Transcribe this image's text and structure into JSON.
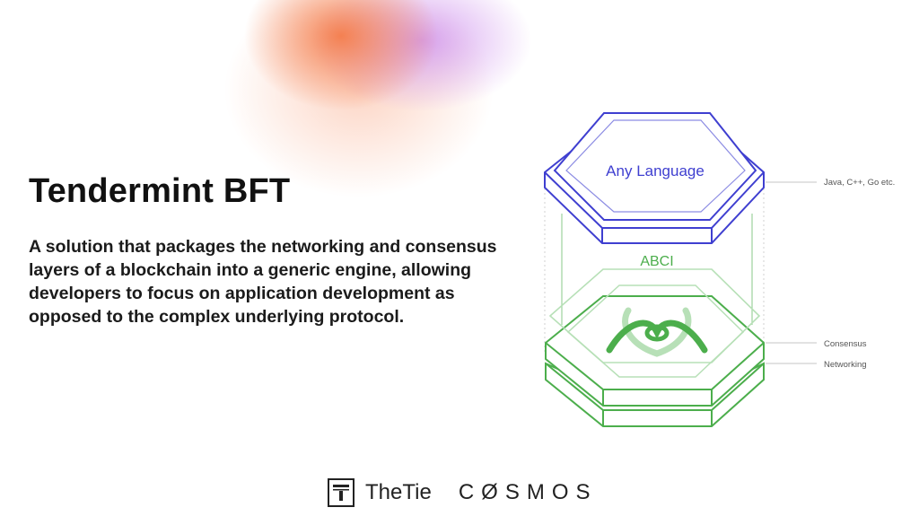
{
  "heading": "Tendermint BFT",
  "description": "A solution that packages the networking and consensus layers of a blockchain into a generic engine, allowing developers to focus on application development as opposed to the complex underlying protocol.",
  "diagram": {
    "top_layer_label": "Any Language",
    "interface_label": "ABCI",
    "annotations": {
      "application": "Java, C++, Go etc.",
      "consensus": "Consensus",
      "networking": "Networking"
    },
    "colors": {
      "application": "#3f3fd0",
      "engine": "#4cae4c",
      "engine_faint": "#b7e0b7",
      "annotation_line": "#c4c4c4",
      "annotation_text": "#555555"
    }
  },
  "logos": {
    "thetie": "TheTie",
    "cosmos": "CØSMOS"
  }
}
